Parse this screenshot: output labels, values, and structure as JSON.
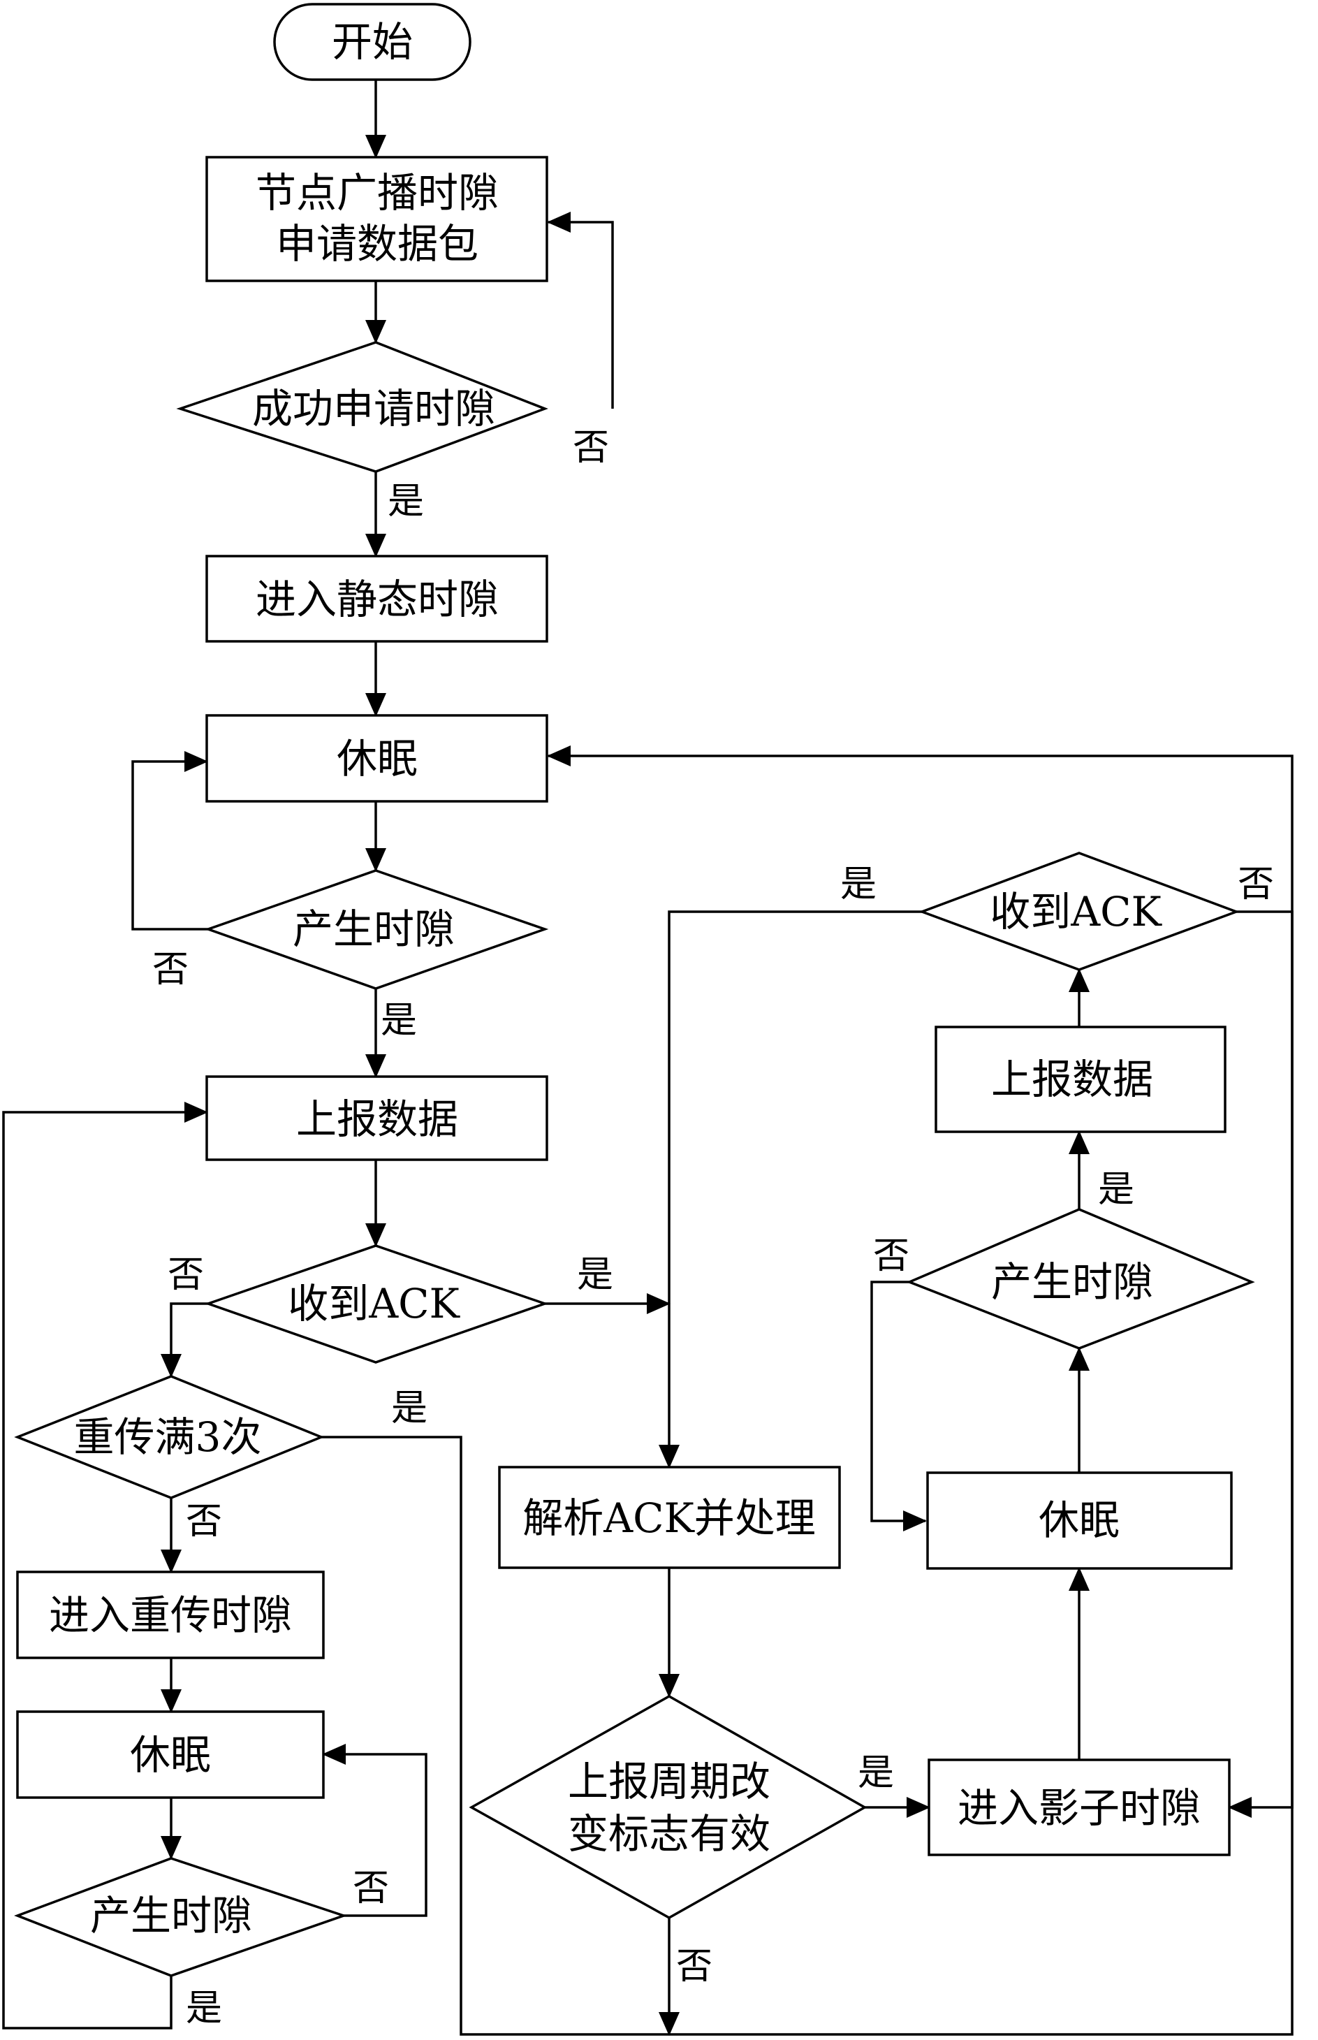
{
  "nodes": {
    "start": "开始",
    "broadcast_line1": "节点广播时隙",
    "broadcast_line2": "申请数据包",
    "apply_success": "成功申请时隙",
    "enter_static": "进入静态时隙",
    "sleep_main": "休眠",
    "gen_slot_main": "产生时隙",
    "report_main": "上报数据",
    "recv_ack_main": "收到ACK",
    "retrans_full": "重传满3次",
    "enter_retrans": "进入重传时隙",
    "sleep_retrans": "休眠",
    "gen_slot_retrans": "产生时隙",
    "parse_ack": "解析ACK并处理",
    "period_flag_line1": "上报周期改",
    "period_flag_line2": "变标志有效",
    "enter_shadow": "进入影子时隙",
    "sleep_shadow": "休眠",
    "gen_slot_shadow": "产生时隙",
    "report_shadow": "上报数据",
    "recv_ack_shadow": "收到ACK"
  },
  "conditions": {
    "apply_no": "否",
    "apply_yes": "是",
    "gen_main_no": "否",
    "gen_main_yes": "是",
    "ack_main_no": "否",
    "ack_main_yes": "是",
    "retrans_yes": "是",
    "retrans_no": "否",
    "gen_retrans_no": "否",
    "gen_retrans_yes": "是",
    "flag_yes": "是",
    "flag_no": "否",
    "gen_shadow_no": "否",
    "gen_shadow_yes": "是",
    "ack_shadow_yes": "是",
    "ack_shadow_no": "否"
  }
}
